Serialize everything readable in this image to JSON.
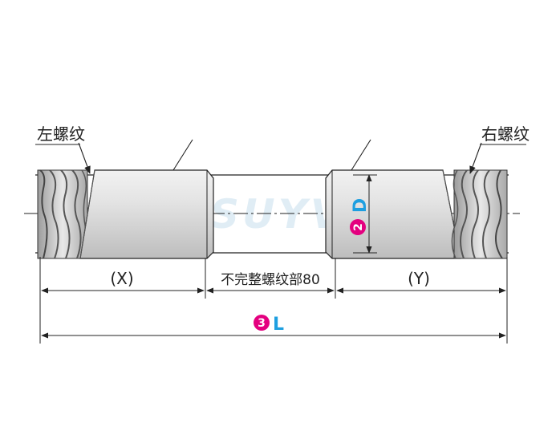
{
  "labels": {
    "left_thread": "左螺纹",
    "right_thread": "右螺纹",
    "x_dim": "(X)",
    "y_dim": "(Y)",
    "incomplete_thread": "不完整螺纹部80",
    "diameter_badge": "2",
    "diameter_letter": "D",
    "length_badge": "3",
    "length_letter": "L"
  },
  "watermark": {
    "text": "SUYVAN",
    "icon": "swirl-logo-icon"
  },
  "colors": {
    "badge": "#e4007f",
    "letter": "#1e9fe0",
    "line": "#222222",
    "shaft_fill": "#d9d9d9",
    "watermark": "#c8dfee"
  }
}
